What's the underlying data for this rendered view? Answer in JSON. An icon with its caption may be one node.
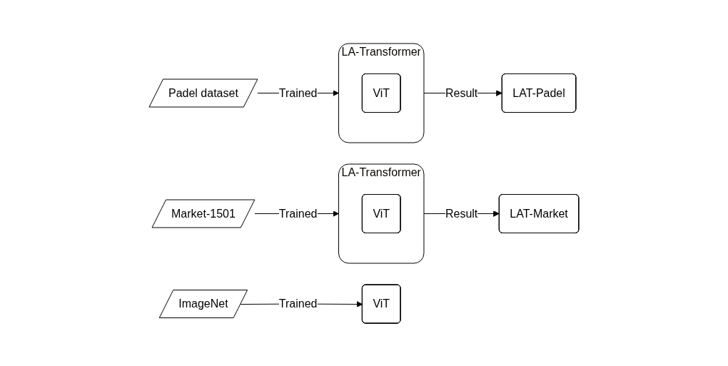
{
  "diagram": {
    "nodes": [
      {
        "text": [
          "ImageNet"
        ]
      },
      {
        "text": [
          "ViT"
        ]
      },
      {
        "text": [
          "Padel dataset"
        ]
      },
      {
        "text": [
          "LA-Transformer"
        ]
      },
      {
        "text": [
          "ViT"
        ],
        "in": 3
      },
      {
        "text": [
          "LAT-Padel"
        ]
      },
      {
        "text": [
          "Market-1501"
        ]
      },
      {
        "text": [
          "LA-Transformer"
        ]
      },
      {
        "text": [
          "ViT"
        ],
        "in": 7
      },
      {
        "text": [
          "LAT-Market"
        ]
      }
    ],
    "edges": [
      {
        "from": 0,
        "to": 1,
        "arrow": "to",
        "label": "Trained"
      },
      {
        "from": 2,
        "to": 3,
        "arrow": "to",
        "label": "Trained"
      },
      {
        "from": 3,
        "to": 5,
        "arrow": "to",
        "label": "Result"
      },
      {
        "from": 6,
        "to": 7,
        "arrow": "to",
        "label": "Trained"
      },
      {
        "from": 7,
        "to": 9,
        "arrow": "to",
        "label": "Result"
      }
    ]
  }
}
